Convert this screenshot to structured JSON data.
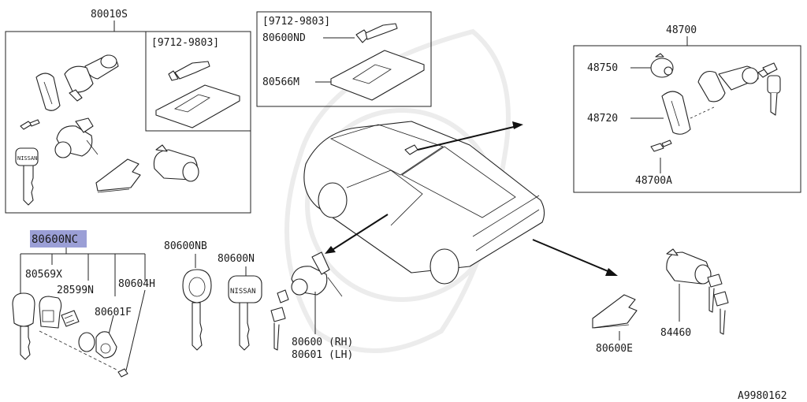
{
  "diagram": {
    "labels": {
      "assy": "80010S",
      "date_left": "[9712-9803]",
      "date_top": "[9712-9803]",
      "blank_key": "80600ND",
      "key_case": "80566M",
      "steering_lock": "48700",
      "cyl": "48750",
      "housing": "48720",
      "bolt": "48700A",
      "fob_key": "80600NC",
      "key_shell": "80569X",
      "circuit": "28599N",
      "battery": "80601F",
      "screw": "80604H",
      "key_nb": "80600NB",
      "key_n": "80600N",
      "door_rh": "80600 (RH)",
      "door_lh": "80601 (LH)",
      "trunk_cyl": "84460",
      "trunk_lever": "80600E",
      "diagram_id": "A9980162"
    },
    "nissan_key_text": "NISSAN",
    "highlight_color": "#9b9fd6"
  }
}
